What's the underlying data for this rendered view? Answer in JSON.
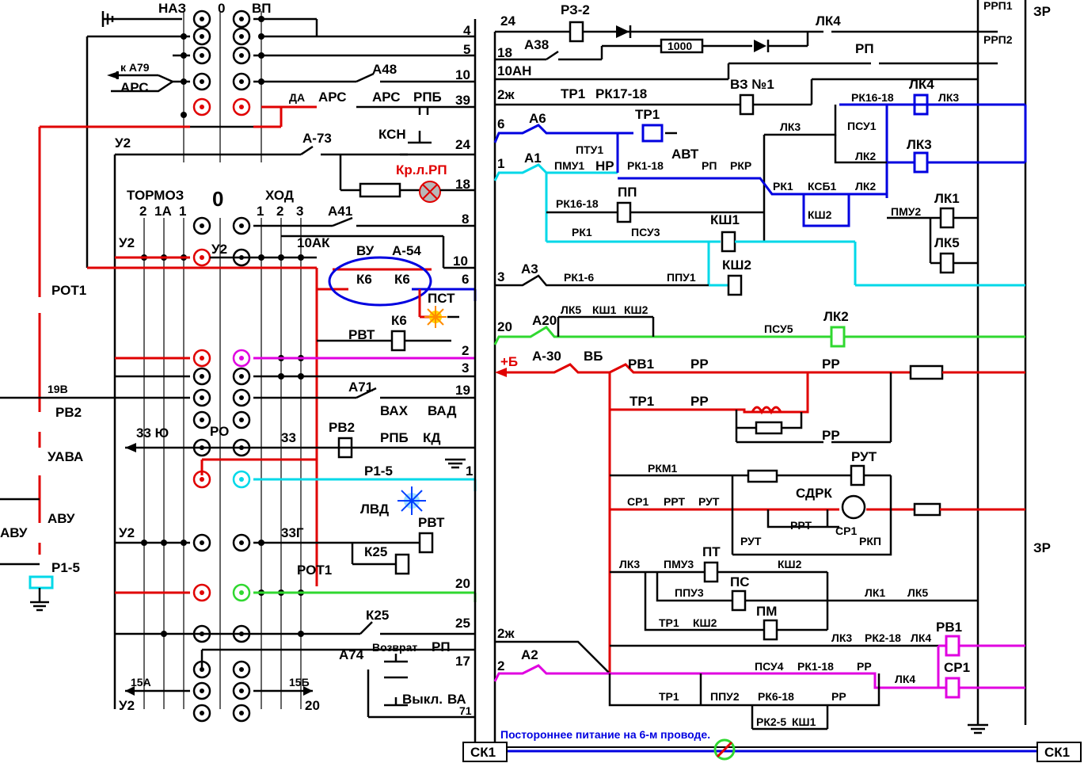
{
  "controller": {
    "header": {
      "naz": "НАЗ",
      "zero": "0",
      "vp": "ВП"
    },
    "tormoz": "ТОРМОЗ",
    "khod": "ХОД",
    "zero_big": "0",
    "tormoz_pos": [
      "2",
      "1А",
      "1"
    ],
    "khod_pos": [
      "1",
      "2",
      "3"
    ],
    "left_labels": {
      "k_a79": "к А79",
      "ars": "АРС",
      "u2a": "У2",
      "u2b": "У2",
      "u2c": "У2",
      "u2d": "У2",
      "u2e": "У2",
      "rot1": "РОТ1",
      "v19": "19В",
      "rv2": "РВ2",
      "uava": "УАВА",
      "avu_l": "АВУ",
      "avu_r": "АВУ",
      "p15": "Р1-5",
      "ro": "РО",
      "y33": "33 Ю",
      "a15": "15А",
      "b15": "15Б",
      "n20": "20",
      "n33": "33",
      "n33g": "33Г"
    },
    "mid_labels": {
      "a48": "А48",
      "da": "ДА",
      "ars_r": "АРС",
      "ars_r2": "АРС",
      "rpb": "РПБ",
      "a73": "А-73",
      "ksn": "КСН",
      "krlrp": "Кр.л.РП",
      "a41": "А41",
      "ak10": "10АК",
      "vu": "ВУ",
      "a54": "А-54",
      "k6a": "К6",
      "k6b": "К6",
      "pst": "ПСТ",
      "rvt": "РВТ",
      "k6c": "К6",
      "a71": "А71",
      "vakh": "ВАХ",
      "vad": "ВАД",
      "rv2b": "РВ2",
      "rpb2": "РПБ",
      "kd": "КД",
      "p15b": "Р1-5",
      "lvd": "ЛВД",
      "rvt2": "РВТ",
      "k25": "К25",
      "rot1b": "РОТ1",
      "k25b": "К25",
      "a74": "А74",
      "vozvrat": "Возврат",
      "rp": "РП",
      "vykl": "Выкл.",
      "va": "ВА",
      "n71": "71"
    },
    "wire_numbers": [
      "4",
      "5",
      "10",
      "39",
      "24",
      "18",
      "8",
      "10",
      "6",
      "2",
      "3",
      "19",
      "1",
      "20",
      "25",
      "17"
    ]
  },
  "right": {
    "wires": [
      "24",
      "18",
      "10АН",
      "2ж",
      "6",
      "1",
      "3",
      "20",
      "+Б",
      "2ж",
      "2"
    ],
    "labels": {
      "pz2": "РЗ-2",
      "lk4a": "ЛК4",
      "rrp1": "РРП1",
      "zr1": "ЗР",
      "rrp2": "РРП2",
      "a38": "А38",
      "r1000": "1000",
      "rp": "РП",
      "tr1a": "ТР1",
      "rk1718": "РК17-18",
      "vz1": "ВЗ №1",
      "a6": "А6",
      "tr1b": "ТР1",
      "rk1618": "РК16-18",
      "lk4b": "ЛК4",
      "lk3a": "ЛК3",
      "psu1": "ПСУ1",
      "lk3b": "ЛК3",
      "lk3c": "ЛК3",
      "lk2a": "ЛК2",
      "ptu1": "ПТУ1",
      "a1": "А1",
      "pmu1": "ПМУ1",
      "nr": "НР",
      "rk118": "РК1-18",
      "avt": "АВТ",
      "rp2": "РП",
      "rkr": "РКР",
      "rk1a": "РК1",
      "ksb1": "КСБ1",
      "lk2b": "ЛК2",
      "ksh2a": "КШ2",
      "rk1618b": "РК16-18",
      "pp": "ПП",
      "pmu2": "ПМУ2",
      "lk1": "ЛК1",
      "rk1b": "РК1",
      "psu3": "ПСУ3",
      "ksh1": "КШ1",
      "lk5": "ЛК5",
      "ksh2b": "КШ2",
      "a3": "А3",
      "rk16": "РК1-6",
      "ppu1": "ППУ1",
      "a20": "А20",
      "lk5b": "ЛК5",
      "ksh1b": "КШ1",
      "ksh2c": "КШ2",
      "psu5": "ПСУ5",
      "lk2c": "ЛК2",
      "a30": "А-30",
      "vb": "ВБ",
      "rv1": "РВ1",
      "rr1": "РР",
      "rr2": "РР",
      "tr1c": "ТР1",
      "rr3": "РР",
      "rr4": "РР",
      "rkm1": "РКМ1",
      "rut": "РУТ",
      "sdrk": "СДРК",
      "sr1": "СР1",
      "rrt": "РРТ",
      "rut2": "РУТ",
      "rrt2": "РРТ",
      "sr1b": "СР1",
      "rut3": "РУТ",
      "rkp": "РКП",
      "zr2": "ЗР",
      "lk3d": "ЛК3",
      "pmu3": "ПМУ3",
      "pt": "ПТ",
      "ksh2d": "КШ2",
      "ppu3": "ППУ3",
      "ps": "ПС",
      "lk1b": "ЛК1",
      "lk5c": "ЛК5",
      "pm": "ПМ",
      "tr1d": "ТР1",
      "ksh2e": "КШ2",
      "lk3e": "ЛК3",
      "rk218": "РК2-18",
      "lk4c": "ЛК4",
      "rv1b": "РВ1",
      "a2": "А2",
      "psu4": "ПСУ4",
      "rk118b": "РК1-18",
      "rr5": "РР",
      "lk4d": "ЛК4",
      "sr1c": "СР1",
      "tr1e": "ТР1",
      "ppu2": "ППУ2",
      "rk618": "РК6-18",
      "rr6": "РР",
      "rk25": "РК2-5",
      "ksh1c": "КШ1"
    }
  },
  "footer": {
    "sk1_left": "СК1",
    "sk1_right": "СК1",
    "note": "Постороннее питание на 6-м проводе."
  },
  "colors": {
    "red": "#e00000",
    "blue": "#0000e0",
    "cyan": "#00d8e8",
    "green": "#30d830",
    "magenta": "#e000e0"
  }
}
